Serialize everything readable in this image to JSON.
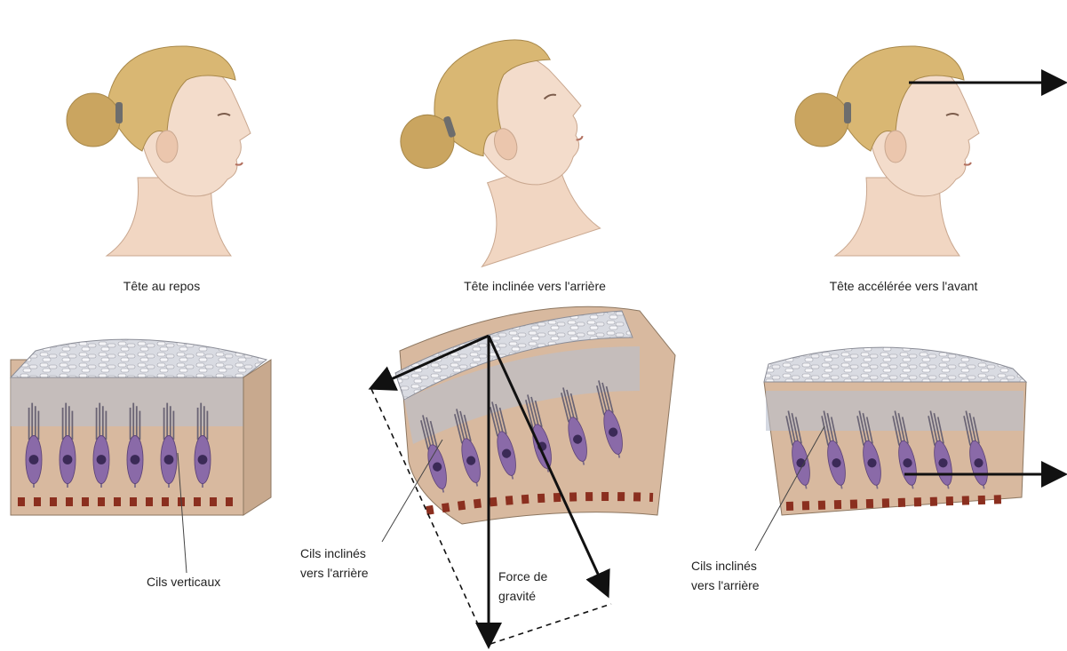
{
  "panels": [
    {
      "caption": "Tête au repos"
    },
    {
      "caption": "Tête inclinée vers l'arrière"
    },
    {
      "caption": "Tête accélérée vers l'avant"
    }
  ],
  "annotations": {
    "cils_verticaux": "Cils verticaux",
    "cils_inclines_1": "Cils inclinés",
    "cils_inclines_1b": "vers l'arrière",
    "force_1": "Force de",
    "force_2": "gravité",
    "cils_inclines_3": "Cils inclinés",
    "cils_inclines_3b": "vers l'arrière"
  },
  "colors": {
    "skin": "#f1d6c2",
    "hair": "#d9b773",
    "otolith": "#e9e9ee",
    "membrane": "#b9bfcf",
    "cell": "#8a6aa8",
    "tissue": "#d8b99f",
    "arrow": "#111111"
  }
}
